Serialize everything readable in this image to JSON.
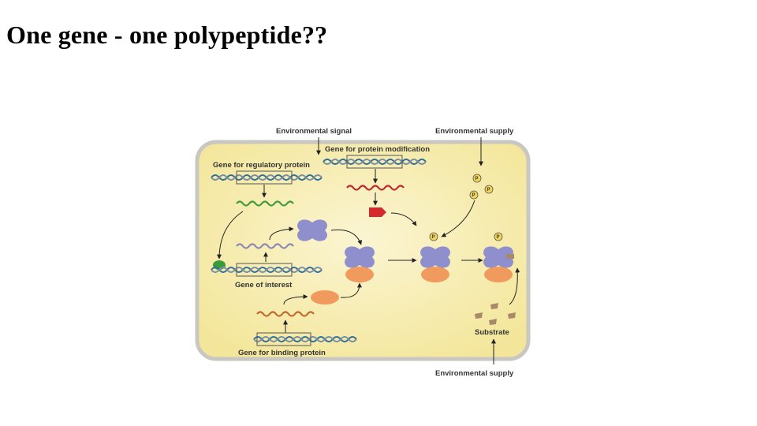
{
  "slide": {
    "title": "One gene - one polypeptide??"
  },
  "figure": {
    "labels": {
      "environmental_signal": "Environmental signal",
      "environmental_supply_top": "Environmental supply",
      "gene_protein_modification": "Gene for protein modification",
      "gene_regulatory_protein": "Gene for regulatory protein",
      "gene_of_interest": "Gene of interest",
      "gene_binding_protein": "Gene for binding protein",
      "substrate": "Substrate",
      "environmental_supply_bottom": "Environmental supply",
      "phosphate": "P"
    },
    "colors": {
      "cell_fill": "#f6eca6",
      "cell_border": "#c9c7c2",
      "dna_blue": "#2f6f9a",
      "dna_gray": "#7b8fa0",
      "mrna_green": "#3e9a3a",
      "mrna_red": "#c0262c",
      "mrna_purple": "#8b87b3",
      "mrna_orange": "#c06a2a",
      "protein_purple": "#8f8fce",
      "protein_orange": "#f09a5e",
      "modifier_red": "#d42a2e",
      "regulator_green": "#3a9a3c",
      "phosphate_yellow": "#f2d65a",
      "substrate_tan": "#a88a6a"
    }
  }
}
